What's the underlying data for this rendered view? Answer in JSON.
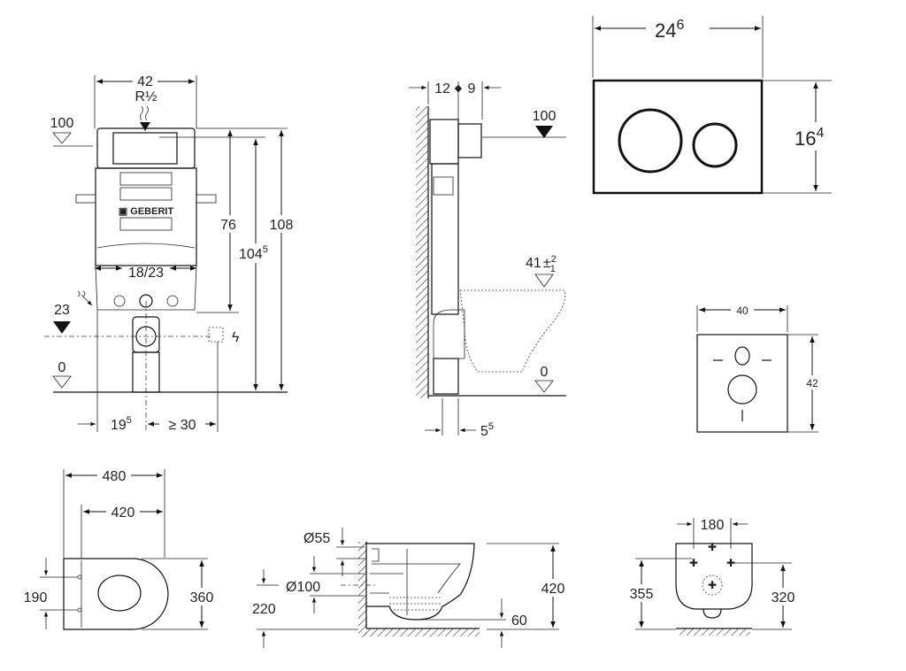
{
  "frame_front": {
    "width": "42",
    "connection": "R½",
    "level_top": "100",
    "level_mid": "23",
    "level_floor": "0",
    "height_76": "76",
    "height_104": "104",
    "height_104_sup": "5",
    "height_108": "108",
    "bracket": "18/23",
    "offset_19": "19",
    "offset_19_sup": "5",
    "offset_30": "≥ 30"
  },
  "frame_side": {
    "depth_12": "12",
    "depth_9": "9",
    "level_top": "100",
    "seat_height": "41",
    "seat_pm": "±",
    "seat_tol_plus": "2",
    "seat_tol_minus": "1",
    "level_floor": "0",
    "bottom_offset": "5",
    "bottom_offset_sup": "5"
  },
  "flush_plate": {
    "width": "24",
    "width_sup": "6",
    "height": "16",
    "height_sup": "4"
  },
  "wall_plate": {
    "width": "40",
    "height": "42"
  },
  "bowl_top": {
    "width_480": "480",
    "width_420": "420",
    "spacing_190": "190",
    "depth_360": "360"
  },
  "bowl_side": {
    "dia_55": "Ø55",
    "dia_100": "Ø100",
    "height_220": "220",
    "height_420": "420",
    "depth_60": "60"
  },
  "bowl_rear": {
    "spacing_180": "180",
    "height_355": "355",
    "height_320": "320"
  }
}
